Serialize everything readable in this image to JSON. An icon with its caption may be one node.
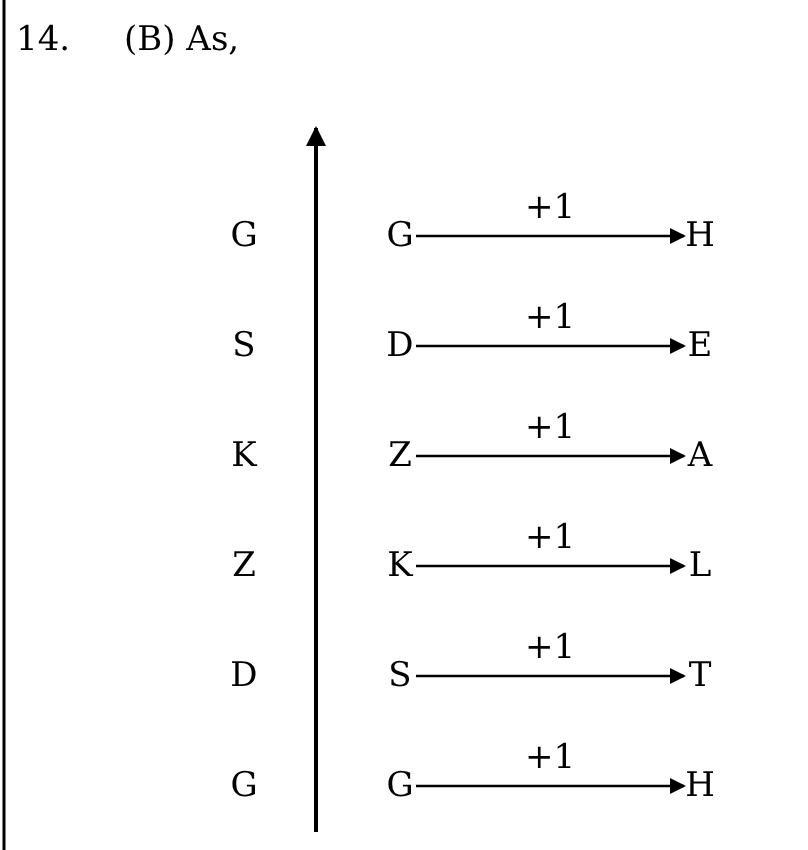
{
  "diagram": {
    "nodes": [
      {
        "text": [
          "G"
        ]
      },
      {
        "text": [
          "H"
        ]
      },
      {
        "text": [
          "D"
        ]
      },
      {
        "text": [
          "E"
        ]
      },
      {
        "text": [
          "Z"
        ]
      },
      {
        "text": [
          "A"
        ]
      },
      {
        "text": [
          "K"
        ]
      },
      {
        "text": [
          "L"
        ]
      },
      {
        "text": [
          "S"
        ]
      },
      {
        "text": [
          "T"
        ]
      },
      {
        "text": [
          "G"
        ]
      },
      {
        "text": [
          "H"
        ]
      }
    ],
    "edges": [
      {
        "from": 0,
        "to": 1,
        "arrow": "to",
        "label": "+1"
      },
      {
        "from": 2,
        "to": 3,
        "arrow": "to",
        "label": "+1"
      },
      {
        "from": 4,
        "to": 5,
        "arrow": "to",
        "label": "+1"
      },
      {
        "from": 6,
        "to": 7,
        "arrow": "to",
        "label": "+1"
      },
      {
        "from": 8,
        "to": 9,
        "arrow": "to",
        "label": "+1"
      },
      {
        "from": 10,
        "to": 11,
        "arrow": "to",
        "label": "+1"
      }
    ],
    "labels": [
      "14.",
      "(B) As,",
      "G",
      "S",
      "K",
      "Z",
      "D",
      "G"
    ]
  }
}
